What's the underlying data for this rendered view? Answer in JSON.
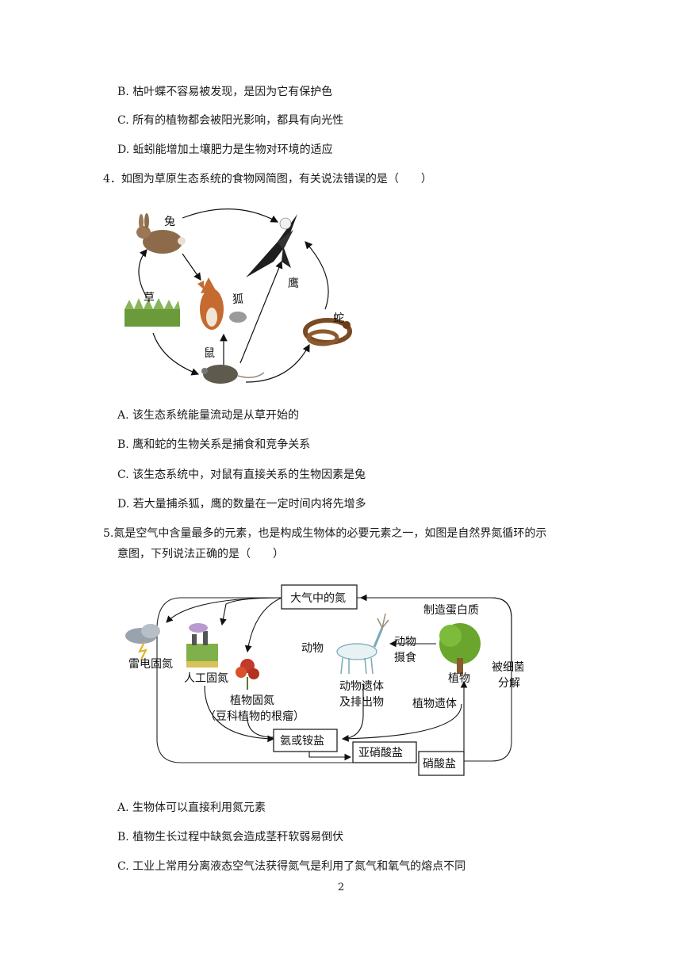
{
  "q3_options": [
    "B. 枯叶蝶不容易被发现，是因为它有保护色",
    "C. 所有的植物都会被阳光影响，都具有向光性",
    "D. 蚯蚓能增加土壤肥力是生物对环境的适应"
  ],
  "q4": {
    "stem": "4．如图为草原生态系统的食物网简图，有关说法错误的是（　　）",
    "figure_labels": {
      "rabbit": "兔",
      "eagle": "鹰",
      "grass": "草",
      "fox": "狐",
      "snake": "蛇",
      "mouse": "鼠"
    },
    "options": [
      "A. 该生态系统能量流动是从草开始的",
      "B. 鹰和蛇的生物关系是捕食和竞争关系",
      "C. 该生态系统中，对鼠有直接关系的生物因素是兔",
      "D. 若大量捕杀狐，鹰的数量在一定时间内将先增多"
    ]
  },
  "q5": {
    "stem_line1": "5.氮是空气中含量最多的元素，也是构成生物体的必要元素之一，如图是自然界氮循环的示",
    "stem_line2": "意图，下列说法正确的是（　　）",
    "figure_labels": {
      "atmo_nitrogen": "大气中的氮",
      "make_protein": "制造蛋白质",
      "animal": "动物",
      "animal_eat_1": "动物",
      "animal_eat_2": "摄食",
      "lightning": "雷电固氮",
      "industrial": "人工固氮",
      "plant_fix_1": "植物固氮",
      "plant_fix_2": "（豆科植物的根瘤）",
      "animal_remains_1": "动物遗体",
      "animal_remains_2": "及排出物",
      "plant": "植物",
      "plant_remains": "植物遗体",
      "bacteria_1": "被细菌",
      "bacteria_2": "分解",
      "ammonia": "氨或铵盐",
      "nitrite": "亚硝酸盐",
      "nitrate": "硝酸盐"
    },
    "options": [
      "A. 生物体可以直接利用氮元素",
      "B. 植物生长过程中缺氮会造成茎秆软弱易倒伏",
      "C. 工业上常用分离液态空气法获得氮气是利用了氮气和氧气的熔点不同"
    ]
  },
  "page_number": "2"
}
